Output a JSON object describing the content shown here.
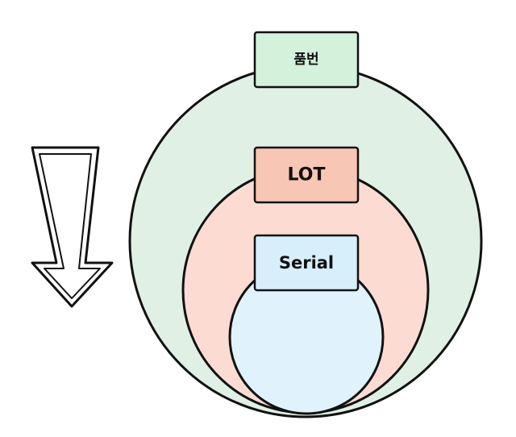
{
  "diagram": {
    "levels": [
      {
        "label": "품번",
        "circle_fill": "#e0f0e5",
        "box_fill": "#d4f1dc"
      },
      {
        "label": "LOT",
        "circle_fill": "#fcdcd2",
        "box_fill": "#f8c6b4"
      },
      {
        "label": "Serial",
        "circle_fill": "#e0f2fc",
        "box_fill": "#d7eefb"
      }
    ],
    "arrow": {
      "direction": "down",
      "style": "hollow-double-outline"
    },
    "stroke_color": "#111111"
  }
}
